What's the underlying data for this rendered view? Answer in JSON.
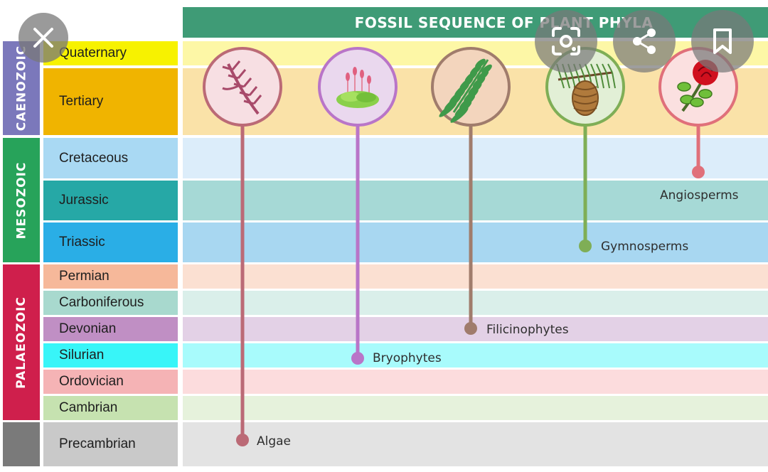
{
  "title": "FOSSIL SEQUENCE OF PLANT PHYLA",
  "eras": [
    {
      "label": "CAENOZOIC",
      "color": "#7b78bb"
    },
    {
      "label": "MESOZOIC",
      "color": "#27a35a"
    },
    {
      "label": "PALAEOZOIC",
      "color": "#cf1f4c"
    },
    {
      "label": "",
      "color": "#7a7a7a"
    }
  ],
  "periods": [
    {
      "label": "Quaternary",
      "color": "#f7f200",
      "band": "#fdf7a6"
    },
    {
      "label": "Tertiary",
      "color": "#f0b400",
      "band": "#fae2a8"
    },
    {
      "label": "Cretaceous",
      "color": "#a9d9f3",
      "band": "#dcedfa"
    },
    {
      "label": "Jurassic",
      "color": "#26a8a6",
      "band": "#a6d9d6"
    },
    {
      "label": "Triassic",
      "color": "#2aaee6",
      "band": "#a8d7f1"
    },
    {
      "label": "Permian",
      "color": "#f6b89a",
      "band": "#fbe0d2"
    },
    {
      "label": "Carboniferous",
      "color": "#a8d9ce",
      "band": "#daefea"
    },
    {
      "label": "Devonian",
      "color": "#c08fc4",
      "band": "#e3d1e6"
    },
    {
      "label": "Silurian",
      "color": "#38f5f8",
      "band": "#a8fbfc"
    },
    {
      "label": "Ordovician",
      "color": "#f5b3b5",
      "band": "#fcdcdd"
    },
    {
      "label": "Cambrian",
      "color": "#c6e2b0",
      "band": "#e6f2dc"
    },
    {
      "label": "Precambrian",
      "color": "#c9c9c9",
      "band": "#e3e3e3"
    }
  ],
  "phyla": [
    {
      "label": "Algae",
      "color": "#bb6a76",
      "fill": "#f7dfe3",
      "icon": "seaweed-icon"
    },
    {
      "label": "Bryophytes",
      "color": "#b975c8",
      "fill": "#ead8ee",
      "icon": "moss-icon"
    },
    {
      "label": "Filicinophytes",
      "color": "#a07c6c",
      "fill": "#f3d5bd",
      "icon": "fern-icon"
    },
    {
      "label": "Gymnosperms",
      "color": "#7fae56",
      "fill": "#e2efd6",
      "icon": "pinecone-icon"
    },
    {
      "label": "Angiosperms",
      "color": "#e0707a",
      "fill": "#fbe0e0",
      "icon": "rose-icon"
    }
  ],
  "overlay_buttons": [
    {
      "name": "close-button",
      "icon": "close-icon"
    },
    {
      "name": "lens-button",
      "icon": "lens-icon"
    },
    {
      "name": "share-button",
      "icon": "share-icon"
    },
    {
      "name": "bookmark-button",
      "icon": "bookmark-icon"
    }
  ]
}
